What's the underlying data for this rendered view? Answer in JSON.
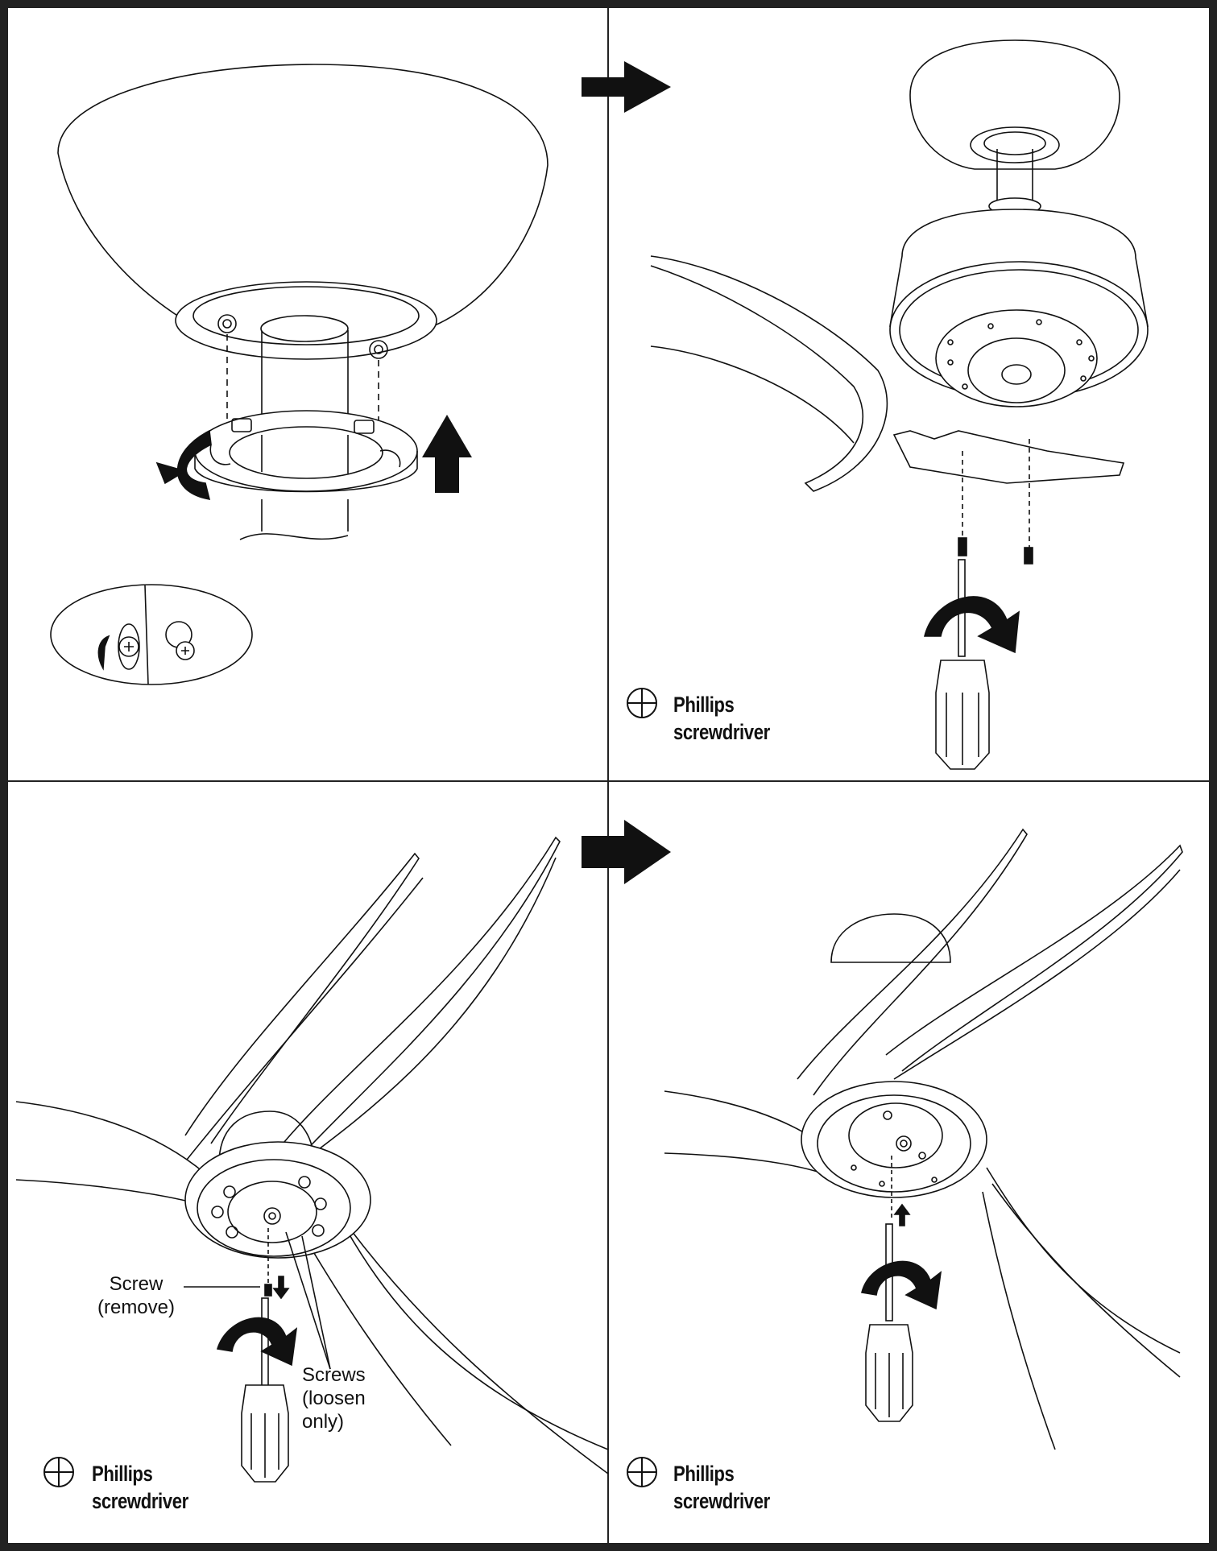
{
  "panels": [
    {
      "id": "panel-1",
      "tool": null
    },
    {
      "id": "panel-2",
      "tool": {
        "icon": "phillips-head-icon",
        "line1": "Phillips",
        "line2": "screwdriver"
      }
    },
    {
      "id": "panel-3",
      "tool": {
        "icon": "phillips-head-icon",
        "line1": "Phillips",
        "line2": "screwdriver"
      },
      "callouts": {
        "screw_remove_1": "Screw",
        "screw_remove_2": "(remove)",
        "screws_loosen_1": "Screws",
        "screws_loosen_2": "(loosen",
        "screws_loosen_3": "only)"
      }
    },
    {
      "id": "panel-4",
      "tool": {
        "icon": "phillips-head-icon",
        "line1": "Phillips",
        "line2": "screwdriver"
      }
    }
  ],
  "colors": {
    "ink": "#111111",
    "background": "#ffffff",
    "border": "#222222"
  }
}
